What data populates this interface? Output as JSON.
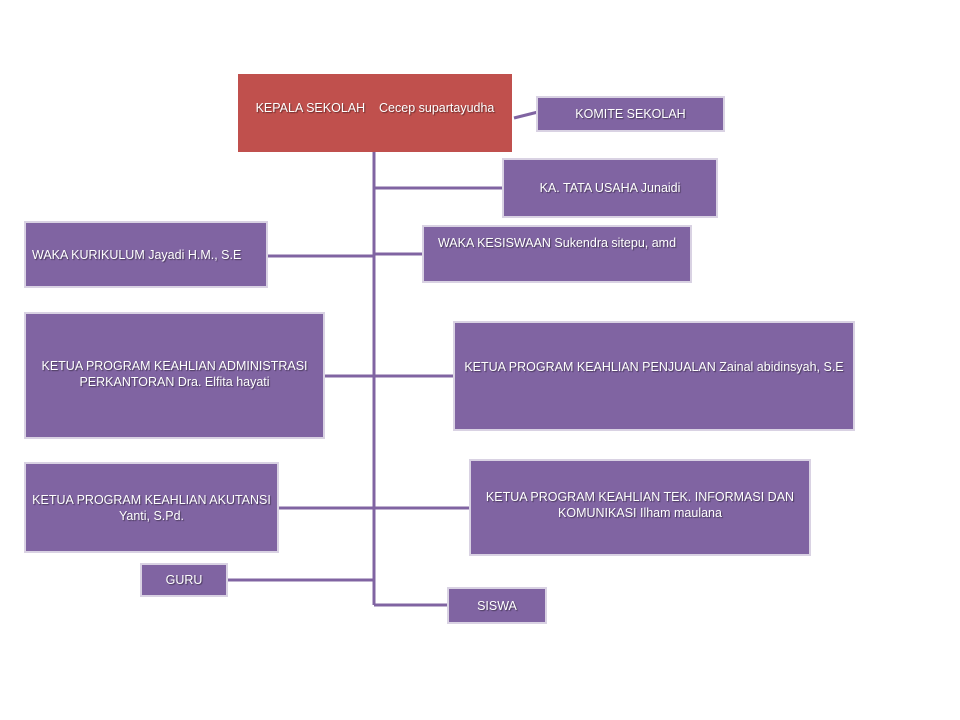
{
  "nodes": {
    "kepala": "KEPALA SEKOLAH    Cecep supartayudha",
    "komite": "KOMITE SEKOLAH",
    "tata_usaha": "KA. TATA USAHA  Junaidi",
    "waka_kurikulum": "WAKA KURIKULUM  Jayadi H.M., S.E",
    "waka_kesiswaan": "WAKA KESISWAAN  Sukendra  sitepu, amd",
    "kaprog_administrasi": "KETUA PROGRAM KEAHLIAN ADMINISTRASI PERKANTORAN  Dra. Elfita hayati",
    "kaprog_penjualan": "KETUA PROGRAM KEAHLIAN PENJUALAN  Zainal abidinsyah, S.E",
    "kaprog_akutansi": "KETUA PROGRAM KEAHLIAN AKUTANSI  Yanti, S.Pd.",
    "kaprog_tik": "KETUA PROGRAM KEAHLIAN TEK. INFORMASI DAN KOMUNIKASI  Ilham maulana",
    "guru": "GURU",
    "siswa": "SISWA"
  },
  "colors": {
    "head_fill": "#c0504d",
    "box_fill": "#8064a2",
    "line": "#8064a2",
    "text": "#ffffff"
  }
}
